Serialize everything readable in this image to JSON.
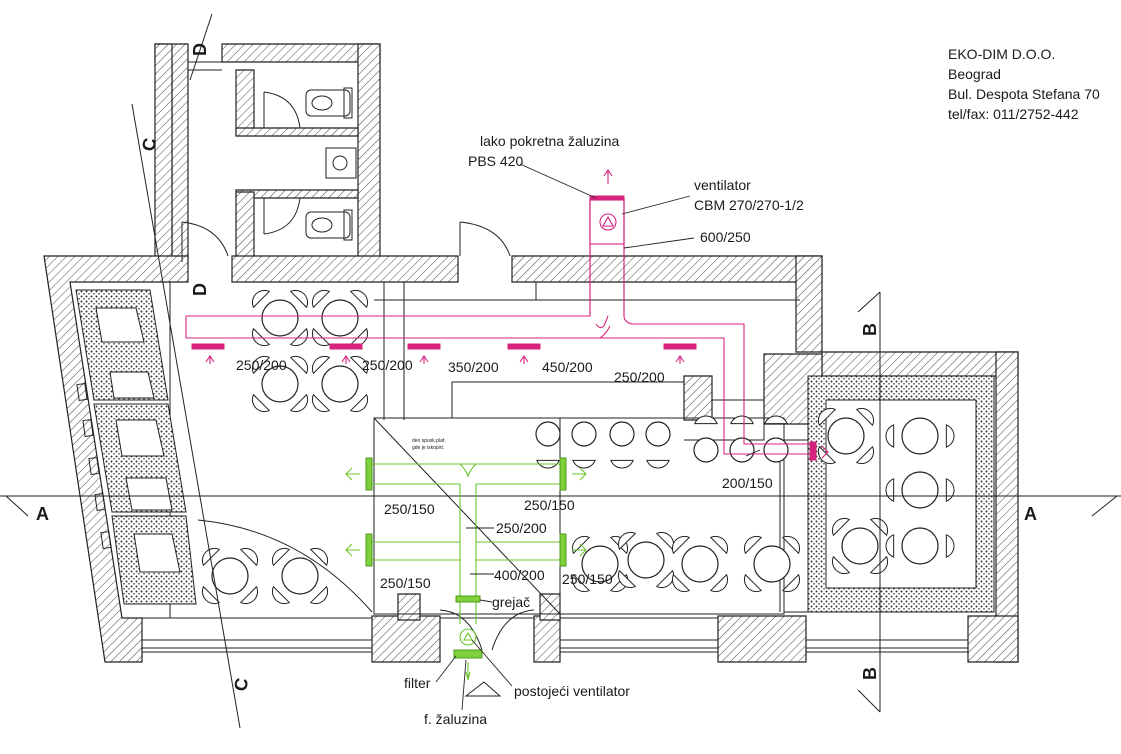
{
  "company": {
    "name": "EKO-DIM D.O.O.",
    "city": "Beograd",
    "address": "Bul. Despota Stefana 70",
    "phone": "tel/fax: 011/2752-442"
  },
  "labels": {
    "louver_title": "lako pokretna žaluzina",
    "louver_model": "PBS 420",
    "fan_title": "ventilator",
    "fan_model": "CBM 270/270-1/2",
    "main_duct": "600/250",
    "filter": "filter",
    "heater": "grejač",
    "existing_fan": "postojeći ventilator",
    "f_louver": "f. žaluzina",
    "small_note_1": "deo spusk.plaf.",
    "small_note_2": "gde je iskopirt."
  },
  "duct_sizes": {
    "m1": "250/200",
    "m2": "250/200",
    "m3": "350/200",
    "m4": "450/200",
    "m5": "250/200",
    "m6": "200/150",
    "g1": "250/150",
    "g2": "250/150",
    "g3": "250/200",
    "g4": "250/150",
    "g5": "400/200",
    "g6": "250/150"
  },
  "sections": {
    "a": "A",
    "b": "B",
    "c": "C",
    "d": "D"
  },
  "colors": {
    "supply_duct": "#d6237d",
    "exhaust_duct": "#6cc62e",
    "walls": "#222222"
  }
}
